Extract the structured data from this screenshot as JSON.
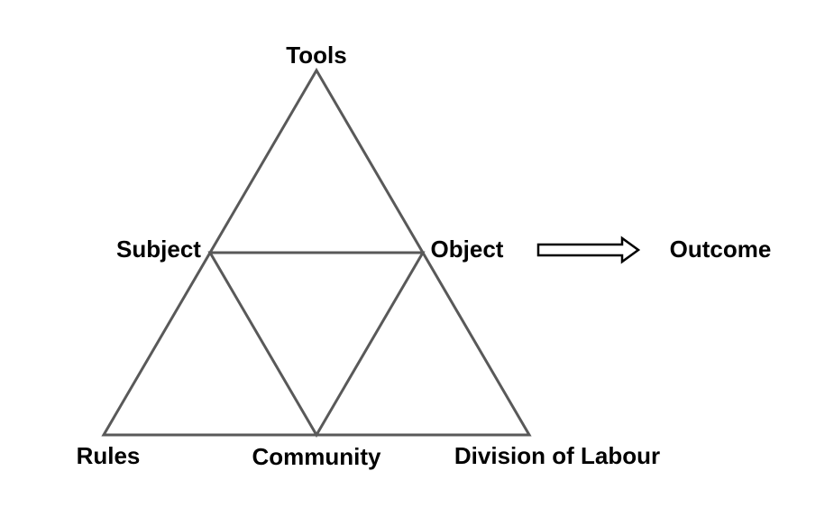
{
  "diagram": {
    "nodes": {
      "tools": "Tools",
      "subject": "Subject",
      "object": "Object",
      "rules": "Rules",
      "community": "Community",
      "division_of_labour": "Division of Labour",
      "outcome": "Outcome"
    },
    "icons": {
      "outcome_arrow": "right-block-arrow"
    },
    "colors": {
      "triangle_line": "#595959",
      "arrow_outline": "#000000",
      "arrow_fill": "#ffffff",
      "label_text": "#000000",
      "background": "#ffffff"
    }
  }
}
